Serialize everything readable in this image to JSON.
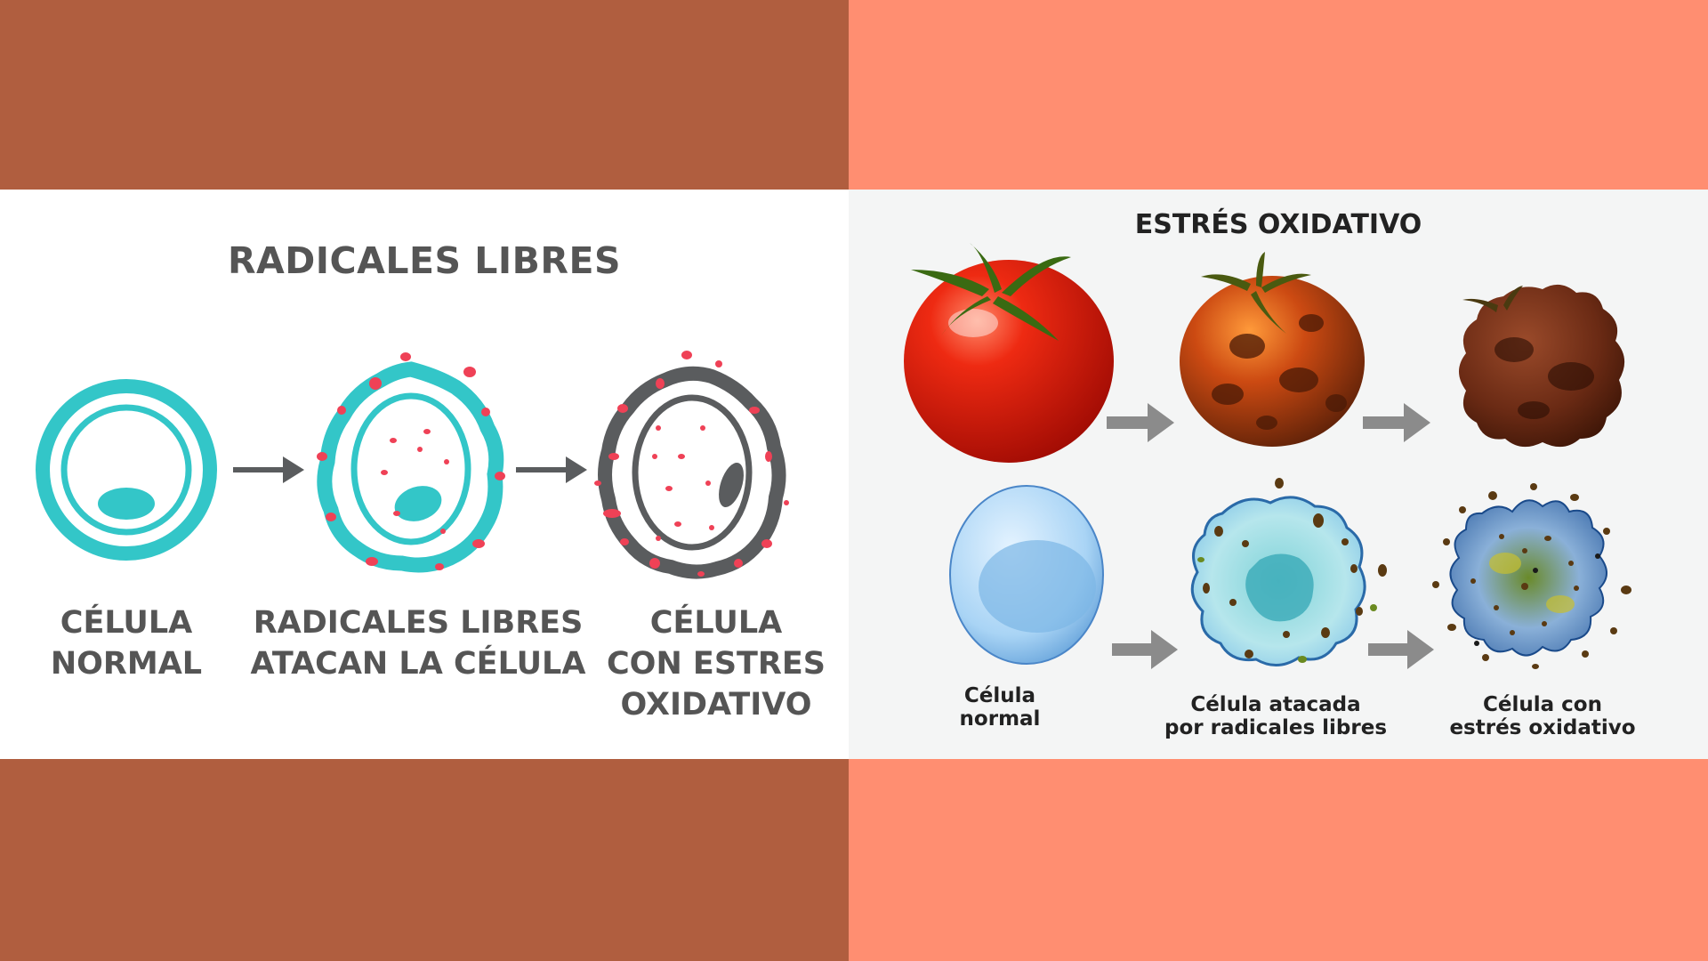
{
  "colors": {
    "background_left": "#b05e3f",
    "background_right": "#ff8e71",
    "teal": "#33c6c8",
    "dark_gray": "#5a5c5e",
    "radical_red": "#ef4156",
    "tomato_red": "#e31b0c",
    "cell_blue": "#9fd0f2"
  },
  "left_panel": {
    "title": "RADICALES LIBRES",
    "stages": [
      {
        "caption": "CÉLULA\nNORMAL",
        "icon": "normal-cell-icon"
      },
      {
        "caption": "RADICALES LIBRES\nATACAN LA CÉLULA",
        "icon": "attacked-cell-icon"
      },
      {
        "caption": "CÉLULA\nCON ESTRES\nOXIDATIVO",
        "icon": "oxidized-cell-icon"
      }
    ]
  },
  "right_panel": {
    "title": "ESTRÉS OXIDATIVO",
    "tomatoes": [
      "fresh-tomato-icon",
      "spotted-tomato-icon",
      "rotten-tomato-icon"
    ],
    "stages": [
      {
        "caption": "Célula\nnormal",
        "icon": "normal-cell-icon"
      },
      {
        "caption": "Célula atacada\npor radicales libres",
        "icon": "attacked-cell-icon"
      },
      {
        "caption": "Célula con\nestrés oxidativo",
        "icon": "oxidized-cell-icon"
      }
    ]
  }
}
